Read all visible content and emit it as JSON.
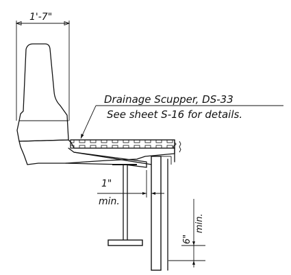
{
  "drawing": {
    "width_dimension": "1'-7\"",
    "note_line_1": "Drainage Scupper, DS-33",
    "note_line_2": "See sheet S-16 for details.",
    "clearance_value": "1\"",
    "clearance_min": "min.",
    "depth_value": "6\"",
    "depth_min": "min."
  }
}
